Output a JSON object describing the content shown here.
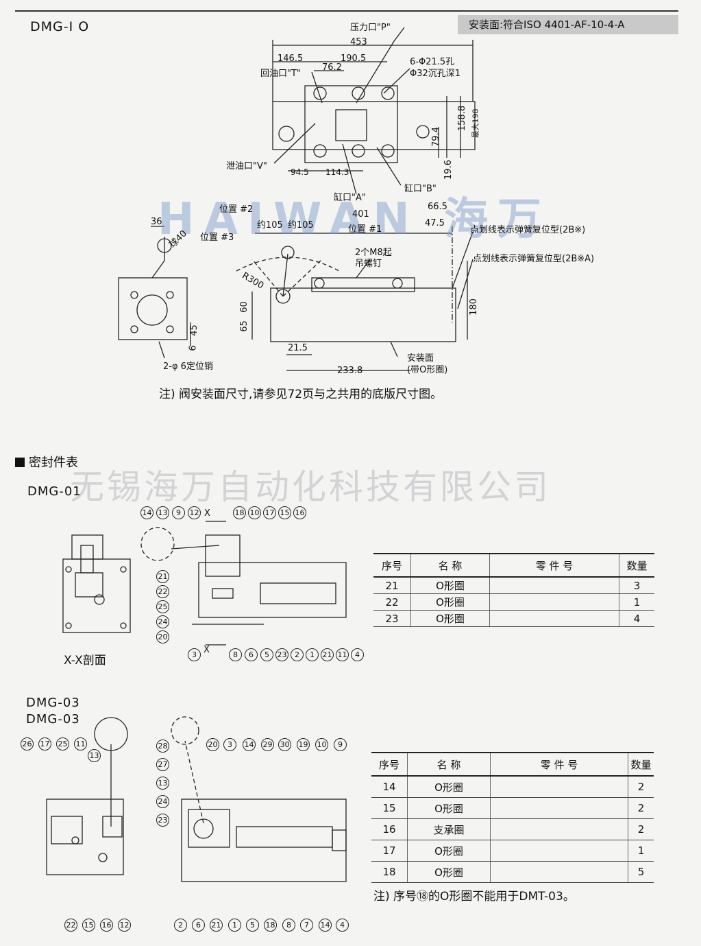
{
  "header": {
    "model": "DMG-I O",
    "mounting": "安装面:符合ISO 4401-AF-10-4-A"
  },
  "top_drawing": {
    "labels": {
      "pressure_port": "压力口\"P\"",
      "return_port": "回油口\"T\"",
      "drain_port": "泄油口\"V\"",
      "port_a": "缸口\"A\"",
      "port_b": "缸口\"B\"",
      "holes": "6-Φ21.5孔",
      "counterbore": "Φ32沉孔深1",
      "max_height": "最大198",
      "pos2": "位置 #2",
      "pos3": "位置 #3",
      "pos1": "位置 #1",
      "about105a": "约105",
      "about105b": "约105",
      "ball": "球40",
      "r300": "R300",
      "bolts": "2个M8起",
      "bolts2": "吊螺钉",
      "spring1": "点划线表示弹簧复位型(2B※)",
      "spring2": "点划线表示弹簧复位型(2B※A)",
      "pins": "2-φ 6定位销",
      "mount_face": "安装面",
      "mount_face2": "(带O形圈)"
    },
    "dims": {
      "d453": "453",
      "d146": "146.5",
      "d190": "190.5",
      "d76": "76.2",
      "d158": "158.8",
      "d79": "79.4",
      "d94": "94.5",
      "d114": "114.3",
      "d19": "19.6",
      "d401": "401",
      "d66": "66.5",
      "d47": "47.5",
      "d36": "36",
      "d60": "60",
      "d65": "65",
      "d180": "180",
      "d45": "45",
      "d6": "6",
      "d21": "21.5",
      "d233": "233.8"
    },
    "note": "注) 阀安装面尺寸,请参见72页与之共用的底版尺寸图。"
  },
  "watermark": {
    "logo": "HAIWAN 海万",
    "company": "无锡海万自动化科技有限公司"
  },
  "seal_section": {
    "title": "密封件表",
    "dmg01": {
      "label": "DMG-01",
      "section_label": "X-X剖面",
      "x_mark": "X",
      "bubbles_top": [
        "14",
        "13",
        "9",
        "12",
        "18",
        "10",
        "17",
        "15",
        "16"
      ],
      "bubbles_right": [
        "21",
        "22",
        "25",
        "24",
        "20"
      ],
      "bubbles_bottom": [
        "3",
        "8",
        "6",
        "5",
        "23",
        "2",
        "1",
        "21",
        "11",
        "4"
      ],
      "table": {
        "headers": [
          "序号",
          "名 称",
          "零 件 号",
          "数量"
        ],
        "rows": [
          [
            "21",
            "O形圈",
            "",
            "3"
          ],
          [
            "22",
            "O形圈",
            "",
            "1"
          ],
          [
            "23",
            "O形圈",
            "",
            "4"
          ]
        ]
      }
    },
    "dmg03": {
      "label1": "DMG-03",
      "label2": "DMG-03",
      "bubbles_top_left": [
        "26",
        "17",
        "25",
        "11"
      ],
      "bubbles_right_col": [
        "28",
        "27",
        "13",
        "24",
        "23"
      ],
      "bubble_13b": "13",
      "bubbles_top_right": [
        "20",
        "3",
        "14",
        "29",
        "30",
        "19",
        "10",
        "9"
      ],
      "bubbles_bottom_left": [
        "22",
        "15",
        "16",
        "12"
      ],
      "bubbles_bottom_right": [
        "2",
        "6",
        "21",
        "1",
        "5",
        "18",
        "8",
        "7",
        "14",
        "4"
      ],
      "table": {
        "headers": [
          "序号",
          "名 称",
          "零 件 号",
          "数量"
        ],
        "rows": [
          [
            "14",
            "O形圈",
            "",
            "2"
          ],
          [
            "15",
            "O形圈",
            "",
            "2"
          ],
          [
            "16",
            "支承圈",
            "",
            "2"
          ],
          [
            "17",
            "O形圈",
            "",
            "1"
          ],
          [
            "18",
            "O形圈",
            "",
            "5"
          ]
        ]
      },
      "note": "注) 序号⑱的O形圈不能用于DMT-03。"
    }
  }
}
